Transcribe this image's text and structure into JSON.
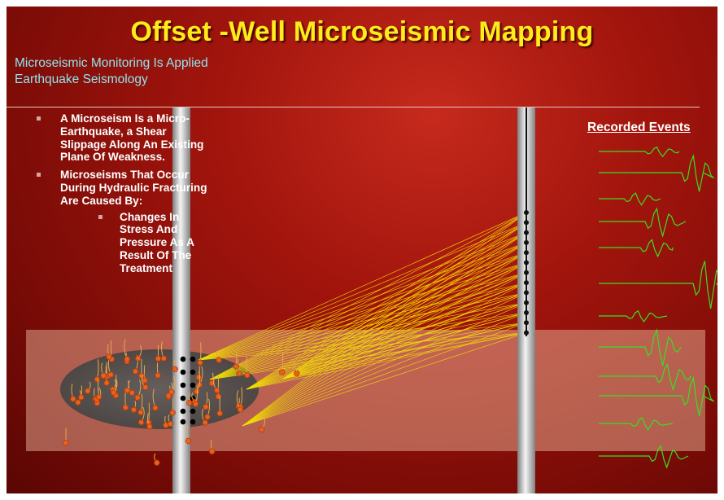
{
  "title": "Offset -Well Microseismic Mapping",
  "subtitle": "Microseismic Monitoring Is Applied Earthquake Seismology",
  "bullets": [
    {
      "text": "A Microseism Is a Micro-Earthquake, a Shear Slippage Along An Existing Plane Of Weakness.",
      "sub": []
    },
    {
      "text": "Microseisms That Occur During Hydraulic Fracturing Are Caused By:",
      "sub": [
        "Changes In Stress And Pressure As A Result Of The Treatment"
      ]
    }
  ],
  "recorded_events_label": "Recorded Events",
  "colors": {
    "title": "#ffec1a",
    "subtitle": "#8fe4ee",
    "ray": "#f2e000",
    "fracture_event": "#e8641e",
    "waveform": "#38e020",
    "zone": "#f7c6a8"
  },
  "icons": [
    "treatment-well",
    "monitor-well",
    "receiver-array",
    "fracture-ellipse",
    "microseismic-event",
    "waveform"
  ]
}
